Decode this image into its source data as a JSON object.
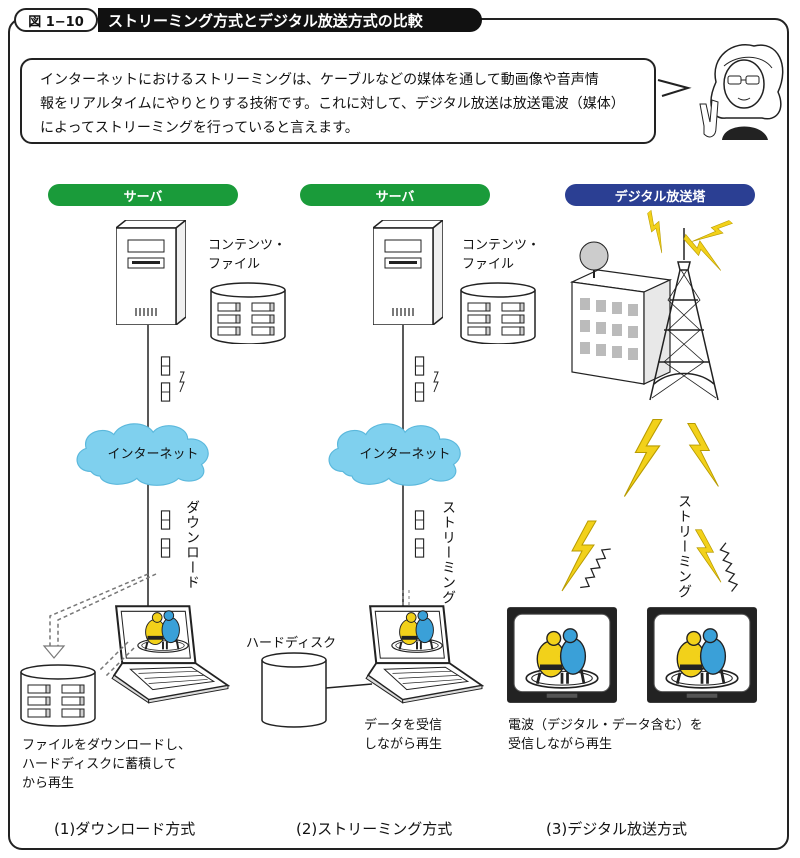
{
  "figure": {
    "number": "図 1−10",
    "title": "ストリーミング方式とデジタル放送方式の比較"
  },
  "explanation": {
    "lines": [
      "インターネットにおけるストリーミングは、ケーブルなどの媒体を通して動画像や音声情",
      "報をリアルタイムにやりとりする技術です。これに対して、デジタル放送は放送電波（媒体）",
      "によってストリーミングを行っていると言えます。"
    ]
  },
  "columns": [
    {
      "header": "サーバ",
      "content_label": [
        "コンテンツ・",
        "ファイル"
      ],
      "cloud": "インターネット",
      "transfer": "ダウンロード",
      "note": [
        "ファイルをダウンロードし、",
        "ハードディスクに蓄積して",
        "から再生"
      ],
      "caption": "(1)ダウンロード方式"
    },
    {
      "header": "サーバ",
      "content_label": [
        "コンテンツ・",
        "ファイル"
      ],
      "cloud": "インターネット",
      "transfer": "ストリーミング",
      "disk_label": "ハードディスク",
      "note": [
        "データを受信",
        "しながら再生"
      ],
      "caption": "(2)ストリーミング方式"
    },
    {
      "header": "デジタル放送塔",
      "transfer": "ストリーミング",
      "note": [
        "電波（デジタル・データ含む）を",
        "受信しながら再生"
      ],
      "caption": "(3)デジタル放送方式"
    }
  ],
  "colors": {
    "server_header": "#1a9b3a",
    "tower_header": "#2b3f93",
    "cloud": "#7fd0ee",
    "bolt": "#f2d11a",
    "sumo_skin": "#f2d11a",
    "sumo_blue": "#3aa0d8"
  }
}
